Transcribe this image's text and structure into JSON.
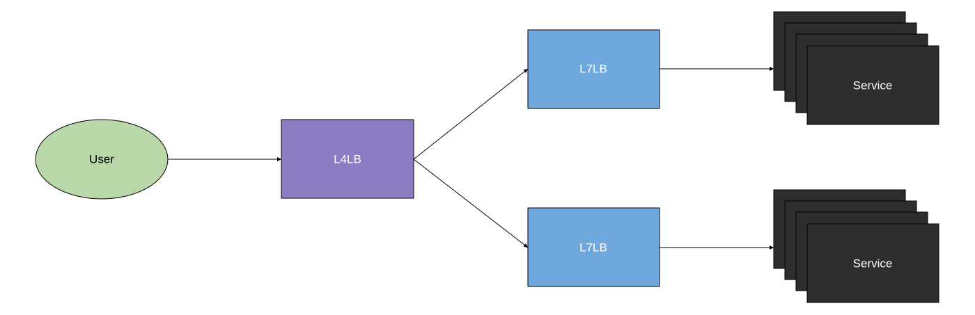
{
  "diagram": {
    "type": "flowchart",
    "colors": {
      "user_fill": "#b9d7a8",
      "l4_fill": "#8e7cc3",
      "l7_fill": "#6fa8dc",
      "service_fill": "#2e2e2e",
      "stroke": "#000000",
      "text_dark": "#000000",
      "text_light": "#ffffff"
    },
    "nodes": {
      "user": {
        "label": "User"
      },
      "l4lb": {
        "label": "L4LB"
      },
      "l7lb_top": {
        "label": "L7LB"
      },
      "l7lb_bottom": {
        "label": "L7LB"
      },
      "service_top": {
        "label": "Service"
      },
      "service_bottom": {
        "label": "Service"
      }
    },
    "edges": [
      {
        "from": "user",
        "to": "l4lb"
      },
      {
        "from": "l4lb",
        "to": "l7lb_top"
      },
      {
        "from": "l4lb",
        "to": "l7lb_bottom"
      },
      {
        "from": "l7lb_top",
        "to": "service_top"
      },
      {
        "from": "l7lb_bottom",
        "to": "service_bottom"
      }
    ]
  }
}
